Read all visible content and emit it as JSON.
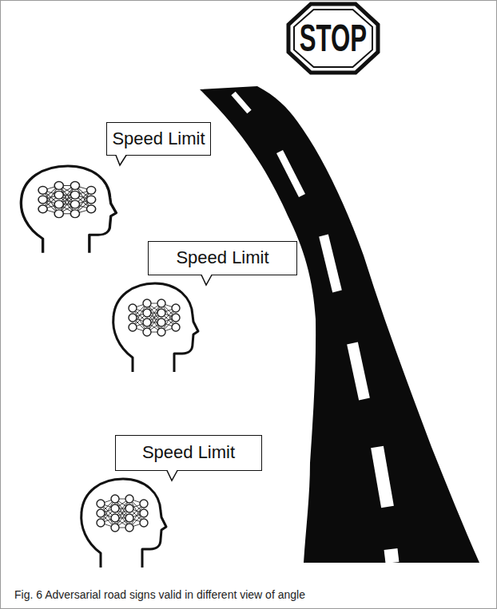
{
  "diagram": {
    "caption": "Fig. 6 Adversarial road signs valid in different view of angle",
    "nodes": [
      {
        "text": [
          "STOP"
        ]
      },
      {
        "text": [
          "Speed Limit"
        ]
      },
      {
        "text": [
          "Speed Limit"
        ]
      },
      {
        "text": [
          "Speed Limit"
        ]
      }
    ]
  }
}
